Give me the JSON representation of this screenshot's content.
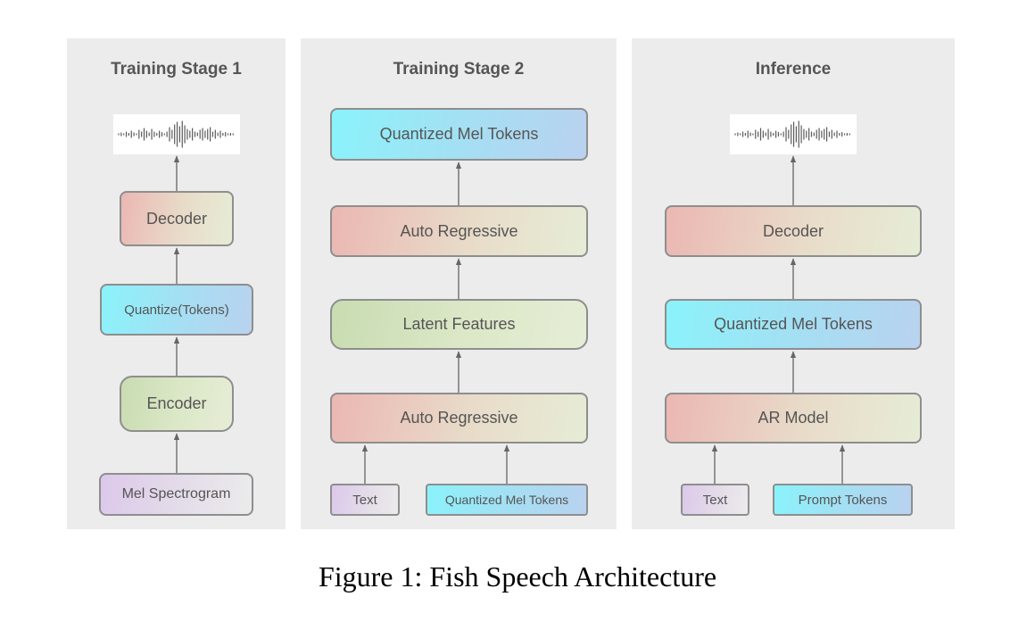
{
  "caption": "Figure 1: Fish Speech Architecture",
  "panels": {
    "stage1": {
      "title": "Training Stage 1",
      "nodes": {
        "decoder": "Decoder",
        "quantize": "Quantize(Tokens)",
        "encoder": "Encoder",
        "mel": "Mel Spectrogram"
      }
    },
    "stage2": {
      "title": "Training Stage 2",
      "nodes": {
        "quantized_top": "Quantized Mel Tokens",
        "ar_upper": "Auto Regressive",
        "latent": "Latent Features",
        "ar_lower": "Auto Regressive",
        "text": "Text",
        "quantized_input": "Quantized Mel Tokens"
      }
    },
    "inference": {
      "title": "Inference",
      "nodes": {
        "decoder": "Decoder",
        "quantized": "Quantized Mel Tokens",
        "ar_model": "AR Model",
        "text": "Text",
        "prompt": "Prompt Tokens"
      }
    }
  },
  "icons": {
    "waveform": "audio-waveform-icon"
  },
  "colors": {
    "panel_bg": "#ececec",
    "node_border": "#8e8e8e",
    "text": "#555555",
    "red_node": "#ebb7b3",
    "green_node": "#c8dcb1",
    "cyan_node": "#8af3fb",
    "purple_node": "#dcc8ea"
  }
}
